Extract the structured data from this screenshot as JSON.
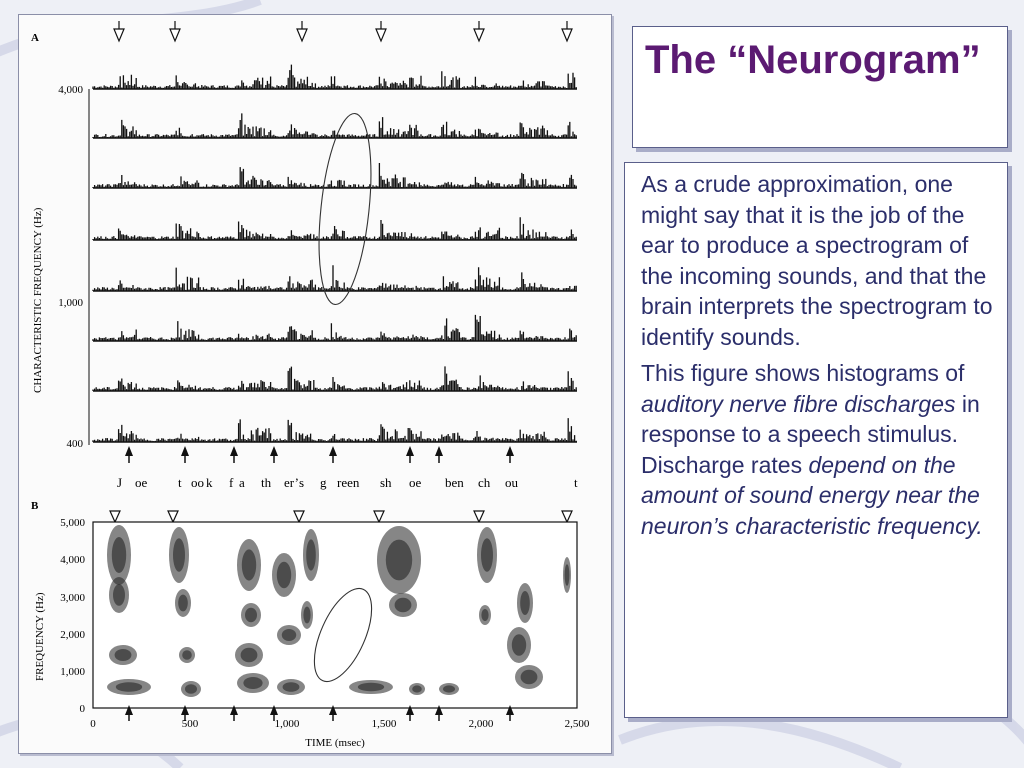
{
  "slide": {
    "title": "The “Neurogram”",
    "paragraph1": "As a crude approximation, one might say that it is the job of the ear to produce a spectrogram of the incoming sounds, and that the brain interprets the spectrogram to identify sounds.",
    "paragraph2": {
      "t1": "This figure shows histograms of ",
      "i1": "auditory nerve fibre discharges",
      "t2": " in response to a speech stimulus. Discharge rates ",
      "i2": "depend on the amount of sound energy near the neuron’s characteristic frequency."
    }
  },
  "figure": {
    "panel_a": {
      "label": "A",
      "ylabel": "CHARACTERISTIC FREQUENCY (Hz)",
      "ticks": [
        "4,000",
        "1,000",
        "400"
      ],
      "phonemes": [
        "J",
        "oe",
        "t",
        "oo",
        "k",
        "f",
        "a",
        "th",
        "er’",
        "s",
        "g",
        "reen",
        "sh",
        "oe",
        "ben",
        "ch",
        "ou",
        "t"
      ]
    },
    "panel_b": {
      "label": "B",
      "ylabel": "FREQUENCY (Hz)",
      "xlabel": "TIME (msec)",
      "yticks": [
        "5,000",
        "4,000",
        "3,000",
        "2,000",
        "1,000",
        "0"
      ],
      "xticks": [
        "0",
        "500",
        "1,000",
        "1,500",
        "2,000",
        "2,500"
      ]
    }
  },
  "colors": {
    "title": "#5b1a72",
    "text": "#2b2e6a",
    "border": "#5a5f8a"
  }
}
